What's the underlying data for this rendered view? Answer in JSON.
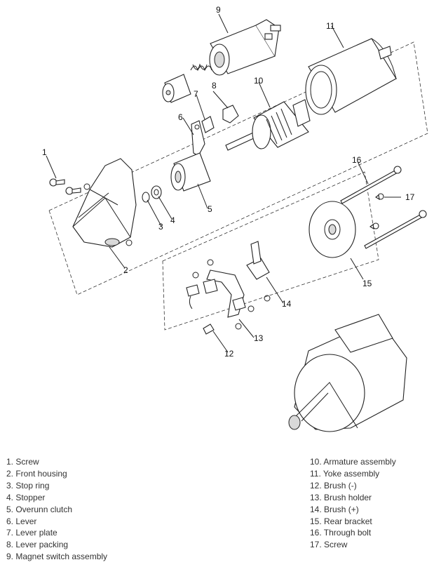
{
  "callouts": [
    "1",
    "2",
    "3",
    "4",
    "5",
    "6",
    "7",
    "8",
    "9",
    "10",
    "11",
    "12",
    "13",
    "14",
    "15",
    "16",
    "17"
  ],
  "legend_left": [
    "1. Screw",
    "2. Front housing",
    "3. Stop ring",
    "4. Stopper",
    "5. Overunn clutch",
    "6. Lever",
    "7. Lever plate",
    "8. Lever packing",
    "9. Magnet switch assembly"
  ],
  "legend_right": [
    "10. Armature assembly",
    "11. Yoke assembly",
    "12. Brush (-)",
    "13. Brush holder",
    "14. Brush (+)",
    "15. Rear bracket",
    "16. Through bolt",
    "17. Screw"
  ]
}
